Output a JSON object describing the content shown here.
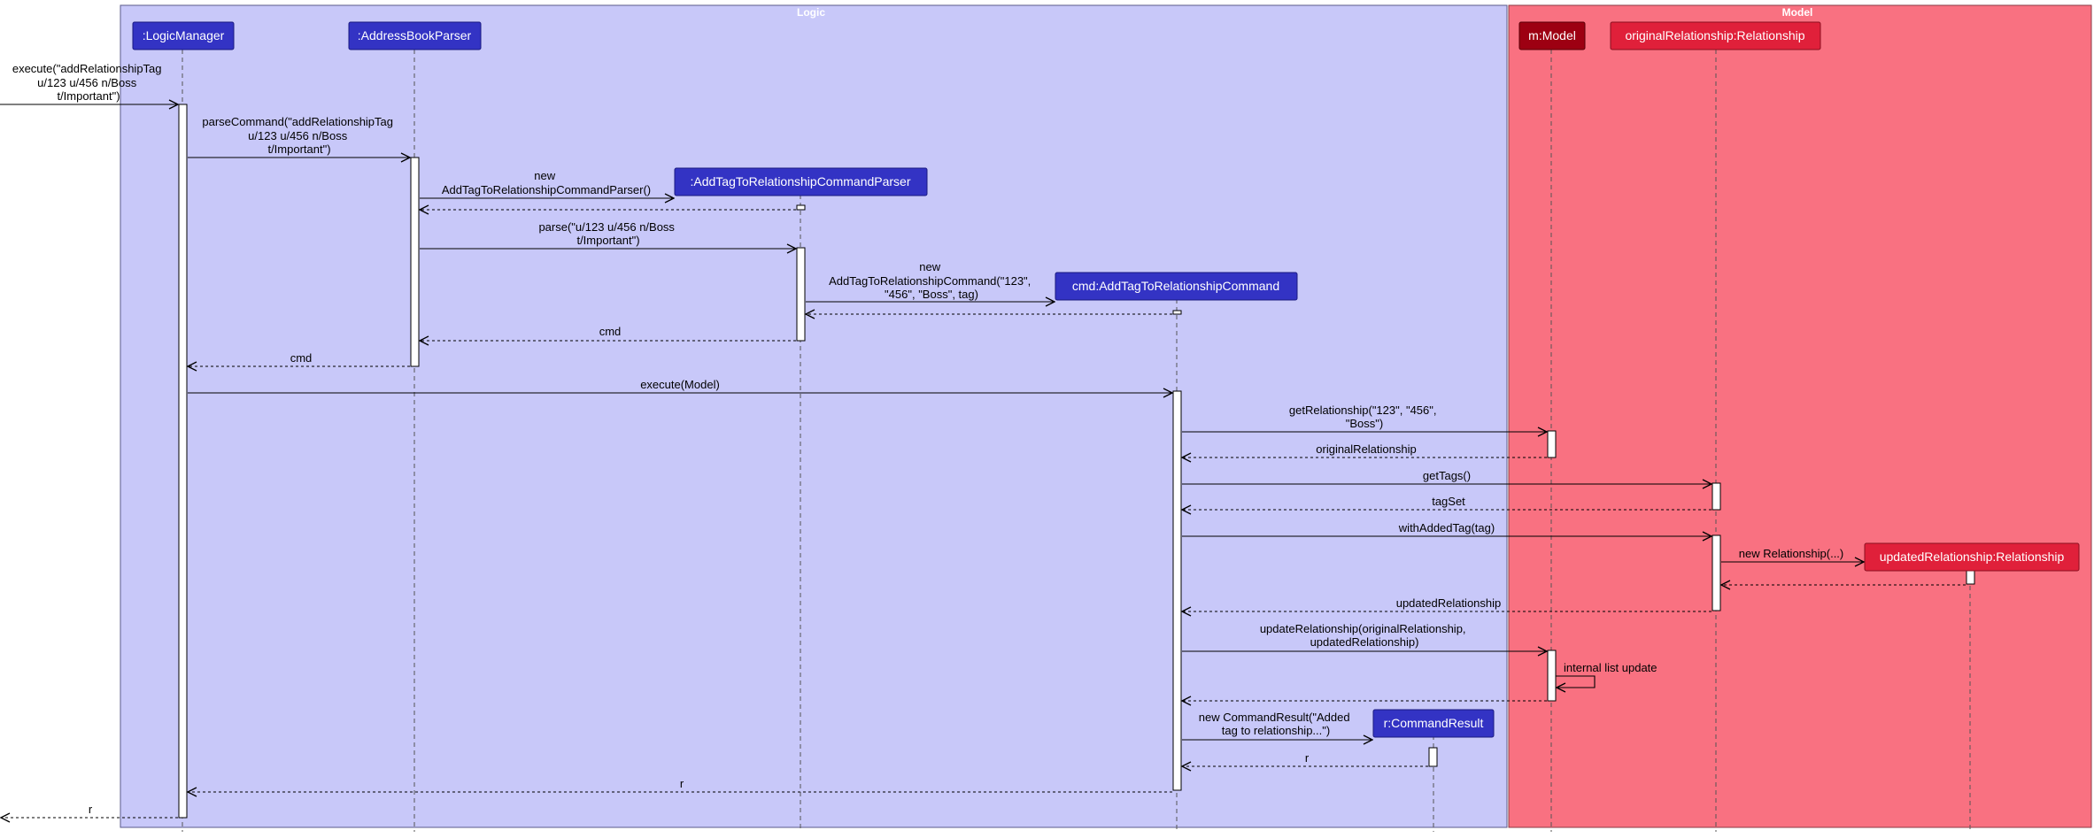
{
  "groups": [
    {
      "id": "logic",
      "label": "Logic",
      "fill": "#c8c8f9",
      "stroke": "#5a5a8a"
    },
    {
      "id": "model",
      "label": "Model",
      "fill": "#f97181",
      "stroke": "#8a3a44"
    }
  ],
  "participants": [
    {
      "id": "lm",
      "label": ":LogicManager",
      "fill": "#3333c4"
    },
    {
      "id": "abp",
      "label": ":AddressBookParser",
      "fill": "#3333c4"
    },
    {
      "id": "atp",
      "label": ":AddTagToRelationshipCommandParser",
      "fill": "#3333c4"
    },
    {
      "id": "cmd",
      "label": "cmd:AddTagToRelationshipCommand",
      "fill": "#3333c4"
    },
    {
      "id": "cr",
      "label": "r:CommandResult",
      "fill": "#3333c4"
    },
    {
      "id": "m",
      "label": "m:Model",
      "fill": "#9d0012"
    },
    {
      "id": "or",
      "label": "originalRelationship:Relationship",
      "fill": "#e0203a"
    },
    {
      "id": "ur",
      "label": "updatedRelationship:Relationship",
      "fill": "#e0203a"
    }
  ],
  "messages": [
    {
      "id": "m1",
      "label": [
        "execute(\"addRelationshipTag",
        "u/123 u/456 n/Boss",
        "t/Important\")"
      ],
      "from": "ext",
      "to": "lm",
      "style": "solid"
    },
    {
      "id": "m2",
      "label": [
        "parseCommand(\"addRelationshipTag",
        "u/123 u/456 n/Boss",
        "t/Important\")"
      ],
      "from": "lm",
      "to": "abp",
      "style": "solid"
    },
    {
      "id": "m3",
      "label": [
        "new",
        "AddTagToRelationshipCommandParser()"
      ],
      "from": "abp",
      "to": "atp",
      "style": "create"
    },
    {
      "id": "m4",
      "label": [],
      "from": "atp",
      "to": "abp",
      "style": "return"
    },
    {
      "id": "m5",
      "label": [
        "parse(\"u/123 u/456 n/Boss",
        "t/Important\")"
      ],
      "from": "abp",
      "to": "atp",
      "style": "solid"
    },
    {
      "id": "m6",
      "label": [
        "new",
        "AddTagToRelationshipCommand(\"123\",",
        "\"456\", \"Boss\", tag)"
      ],
      "from": "atp",
      "to": "cmd",
      "style": "create"
    },
    {
      "id": "m7",
      "label": [],
      "from": "cmd",
      "to": "atp",
      "style": "return"
    },
    {
      "id": "m8",
      "label": [
        "cmd"
      ],
      "from": "atp",
      "to": "abp",
      "style": "return"
    },
    {
      "id": "m9",
      "label": [
        "cmd"
      ],
      "from": "abp",
      "to": "lm",
      "style": "return"
    },
    {
      "id": "m10",
      "label": [
        "execute(Model)"
      ],
      "from": "lm",
      "to": "cmd",
      "style": "solid"
    },
    {
      "id": "m11",
      "label": [
        "getRelationship(\"123\", \"456\",",
        "\"Boss\")"
      ],
      "from": "cmd",
      "to": "m",
      "style": "solid"
    },
    {
      "id": "m12",
      "label": [
        "originalRelationship"
      ],
      "from": "m",
      "to": "cmd",
      "style": "return"
    },
    {
      "id": "m13",
      "label": [
        "getTags()"
      ],
      "from": "cmd",
      "to": "or",
      "style": "solid"
    },
    {
      "id": "m14",
      "label": [
        "tagSet"
      ],
      "from": "or",
      "to": "cmd",
      "style": "return"
    },
    {
      "id": "m15",
      "label": [
        "withAddedTag(tag)"
      ],
      "from": "cmd",
      "to": "or",
      "style": "solid"
    },
    {
      "id": "m16",
      "label": [
        "new Relationship(...)"
      ],
      "from": "or",
      "to": "ur",
      "style": "create"
    },
    {
      "id": "m17",
      "label": [],
      "from": "ur",
      "to": "or",
      "style": "return"
    },
    {
      "id": "m18",
      "label": [
        "updatedRelationship"
      ],
      "from": "or",
      "to": "cmd",
      "style": "return"
    },
    {
      "id": "m19",
      "label": [
        "updateRelationship(originalRelationship,",
        "updatedRelationship)"
      ],
      "from": "cmd",
      "to": "m",
      "style": "solid"
    },
    {
      "id": "m20",
      "label": [
        "internal list update"
      ],
      "from": "m",
      "to": "m",
      "style": "self"
    },
    {
      "id": "m21",
      "label": [],
      "from": "m",
      "to": "cmd",
      "style": "return"
    },
    {
      "id": "m22",
      "label": [
        "new CommandResult(\"Added",
        "tag to relationship...\")"
      ],
      "from": "cmd",
      "to": "cr",
      "style": "create"
    },
    {
      "id": "m23",
      "label": [
        "r"
      ],
      "from": "cr",
      "to": "cmd",
      "style": "return"
    },
    {
      "id": "m24",
      "label": [
        "r"
      ],
      "from": "cmd",
      "to": "lm",
      "style": "return"
    },
    {
      "id": "m25",
      "label": [
        "r"
      ],
      "from": "lm",
      "to": "ext",
      "style": "return"
    }
  ]
}
